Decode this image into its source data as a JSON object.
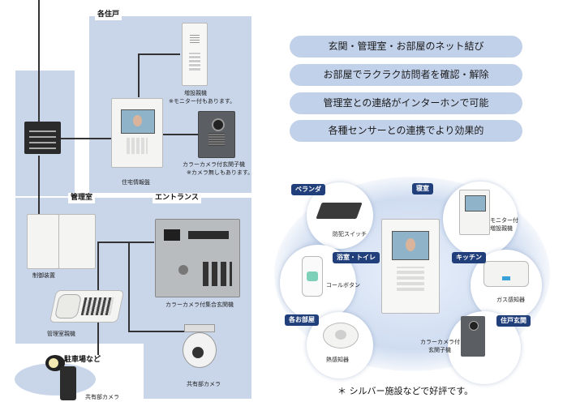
{
  "left": {
    "unit_header": "各住戸",
    "extension_caption": "増設親機",
    "extension_note": "※モニター付もあります。",
    "home_unit_caption": "住宅情報盤",
    "door_camera_caption": "カラーカメラ付玄関子機",
    "door_camera_note": "※カメラ無しもあります。",
    "office_header": "管理室",
    "control_caption": "制御装置",
    "office_master_caption": "管理室親機",
    "entrance_header": "エントランス",
    "entrance_caption": "カラーカメラ付集合玄関機",
    "parking_header": "駐車場など",
    "outdoor_camera_caption": "共有部カメラ",
    "common_camera_caption": "共有部カメラ"
  },
  "features": [
    "玄関・管理室・お部屋のネット結び",
    "お部屋でラクラク訪問者を確認・解除",
    "管理室との連絡がインターホンで可能",
    "各種センサーとの連携でより効果的"
  ],
  "right": {
    "veranda_label": "ベランダ",
    "veranda_caption": "防犯スイッチ",
    "bedroom_label": "寝室",
    "bedroom_caption_1": "モニター付",
    "bedroom_caption_2": "増設親機",
    "bath_label": "浴室・トイレ",
    "bath_caption": "コールボタン",
    "kitchen_label": "キッチン",
    "kitchen_caption": "ガス感知器",
    "rooms_label": "各お部屋",
    "rooms_caption": "熱感知器",
    "entry_label": "住戸玄関",
    "entry_caption_1": "カラーカメラ付",
    "entry_caption_2": "玄関子機",
    "footnote": "＊ シルバー施設などで好評です。"
  },
  "colors": {
    "panel": "#c9d6ea",
    "pill": "#c2d1ea",
    "tag": "#213f7a"
  }
}
